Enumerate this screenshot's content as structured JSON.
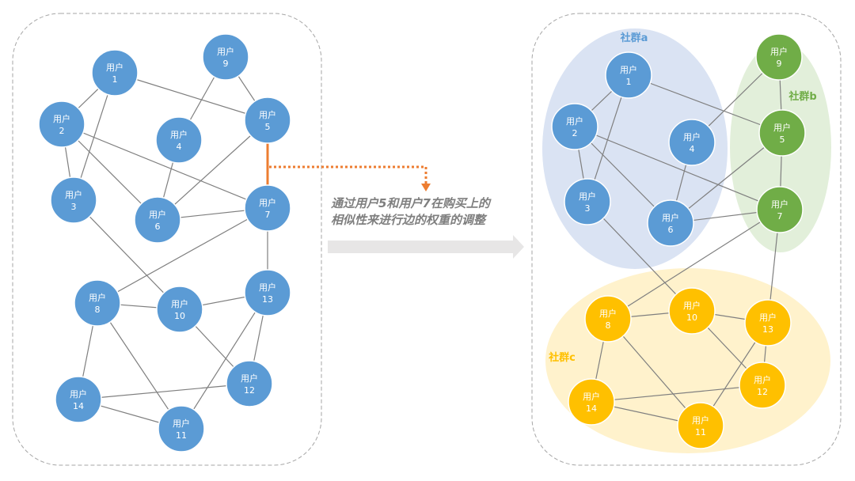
{
  "node_prefix": "用户",
  "caption": {
    "line1": "通过用户5和用户7在购买上的",
    "line2": "相似性来进行边的权重的调整"
  },
  "colors": {
    "node_blue": "#5b9bd5",
    "node_green": "#70ad47",
    "node_yellow": "#ffc000",
    "community_a_fill": "#dae3f3",
    "community_b_fill": "#e2efda",
    "community_c_fill": "#fff2cc",
    "community_a_text": "#5b9bd5",
    "community_b_text": "#70ad47",
    "community_c_text": "#ffc000",
    "edge": "#7f7f7f",
    "highlight": "#ed7d31",
    "arrow": "#e7e6e6"
  },
  "communities": [
    {
      "id": "a",
      "label": "社群a",
      "members": [
        1,
        2,
        3,
        4,
        6
      ]
    },
    {
      "id": "b",
      "label": "社群b",
      "members": [
        9,
        5,
        7
      ]
    },
    {
      "id": "c",
      "label": "社群c",
      "members": [
        8,
        10,
        13,
        12,
        14,
        11
      ]
    }
  ],
  "nodes": [
    1,
    2,
    3,
    4,
    5,
    6,
    7,
    8,
    9,
    10,
    11,
    12,
    13,
    14
  ],
  "edges": [
    [
      1,
      2
    ],
    [
      1,
      3
    ],
    [
      1,
      5
    ],
    [
      9,
      4
    ],
    [
      9,
      5
    ],
    [
      2,
      3
    ],
    [
      2,
      6
    ],
    [
      2,
      7
    ],
    [
      4,
      6
    ],
    [
      5,
      6
    ],
    [
      6,
      7
    ],
    [
      3,
      10
    ],
    [
      7,
      8
    ],
    [
      7,
      13
    ],
    [
      8,
      10
    ],
    [
      10,
      13
    ],
    [
      8,
      14
    ],
    [
      8,
      11
    ],
    [
      10,
      12
    ],
    [
      13,
      12
    ],
    [
      13,
      11
    ],
    [
      14,
      12
    ],
    [
      14,
      11
    ]
  ],
  "highlighted_edge": [
    5,
    7
  ]
}
